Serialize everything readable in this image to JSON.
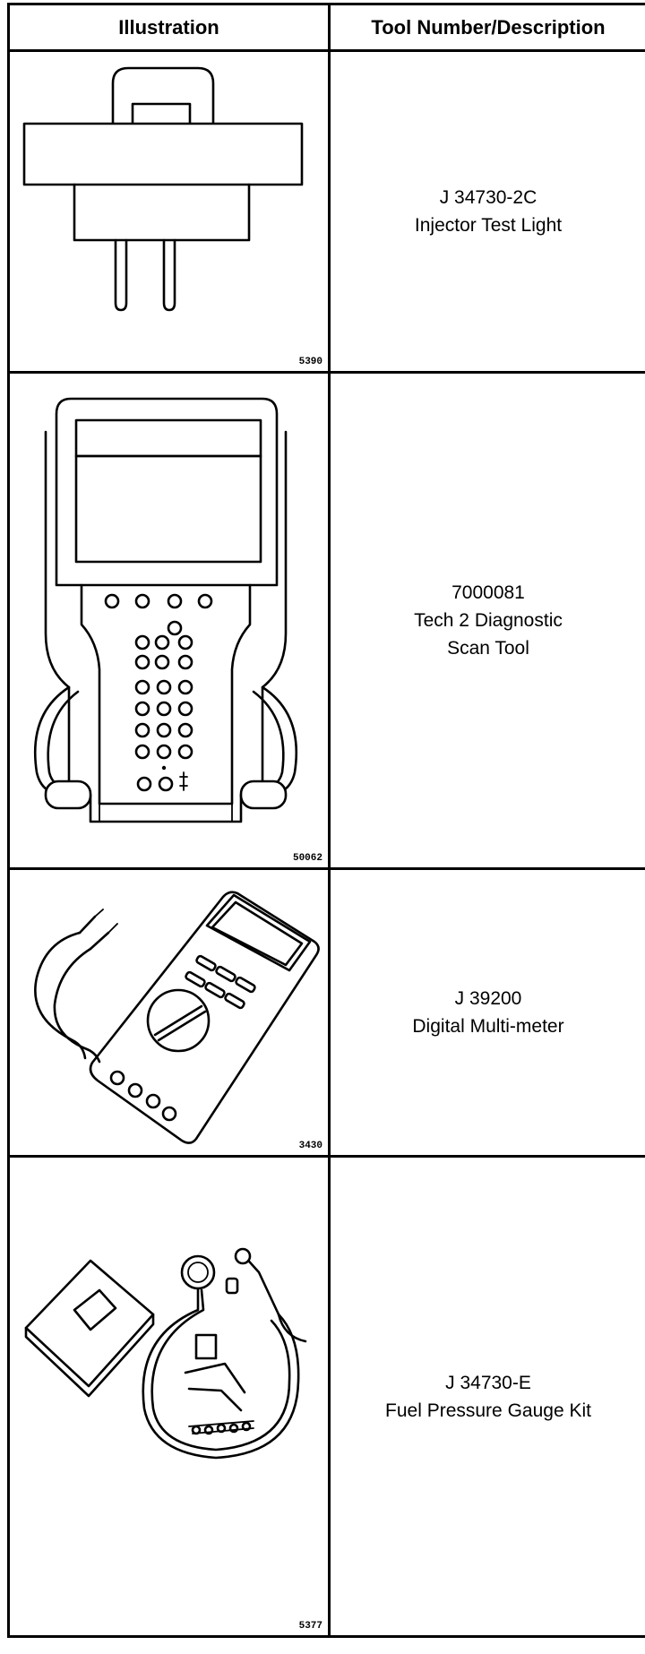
{
  "table": {
    "headers": {
      "illustration": "Illustration",
      "description": "Tool Number/Description"
    },
    "rows": [
      {
        "figure_number": "5390",
        "tool_number": "J 34730-2C",
        "description_lines": [
          "Injector Test Light"
        ],
        "icon": "injector-test-light-illustration"
      },
      {
        "figure_number": "50062",
        "tool_number": "7000081",
        "description_lines": [
          "Tech 2 Diagnostic",
          "Scan Tool"
        ],
        "icon": "tech2-scan-tool-illustration"
      },
      {
        "figure_number": "3430",
        "tool_number": "J 39200",
        "description_lines": [
          "Digital Multi-meter"
        ],
        "icon": "digital-multimeter-illustration"
      },
      {
        "figure_number": "5377",
        "tool_number": "J 34730-E",
        "description_lines": [
          "Fuel Pressure Gauge Kit"
        ],
        "icon": "fuel-pressure-gauge-kit-illustration"
      }
    ]
  }
}
